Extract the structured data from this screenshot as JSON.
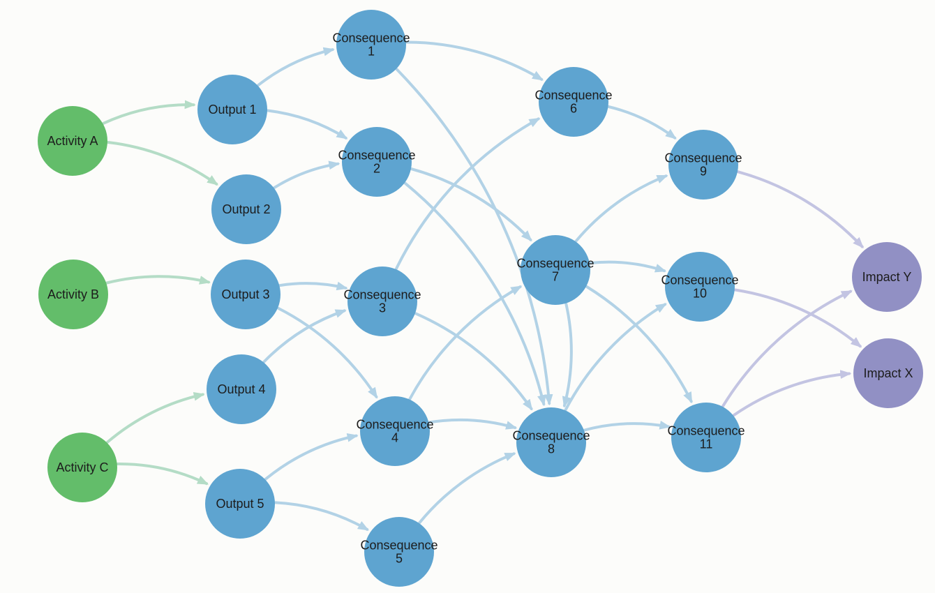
{
  "colors": {
    "activity": "#63bd6a",
    "output": "#5ea4d0",
    "consequence": "#5ea4d0",
    "impact": "#9190c4",
    "edge_activity": "#b4dcc6",
    "edge_mid": "#b2d2e6",
    "edge_impact": "#c3c4e2",
    "label": "#1c1c1c"
  },
  "nodes": [
    {
      "id": "actA",
      "kind": "activity",
      "label": [
        "Activity A"
      ]
    },
    {
      "id": "actB",
      "kind": "activity",
      "label": [
        "Activity B"
      ]
    },
    {
      "id": "actC",
      "kind": "activity",
      "label": [
        "Activity C"
      ]
    },
    {
      "id": "out1",
      "kind": "output",
      "label": [
        "Output 1"
      ]
    },
    {
      "id": "out2",
      "kind": "output",
      "label": [
        "Output 2"
      ]
    },
    {
      "id": "out3",
      "kind": "output",
      "label": [
        "Output 3"
      ]
    },
    {
      "id": "out4",
      "kind": "output",
      "label": [
        "Output 4"
      ]
    },
    {
      "id": "out5",
      "kind": "output",
      "label": [
        "Output 5"
      ]
    },
    {
      "id": "c1",
      "kind": "consequence",
      "label": [
        "Consequence",
        "1"
      ]
    },
    {
      "id": "c2",
      "kind": "consequence",
      "label": [
        "Consequence",
        "2"
      ]
    },
    {
      "id": "c3",
      "kind": "consequence",
      "label": [
        "Consequence",
        "3"
      ]
    },
    {
      "id": "c4",
      "kind": "consequence",
      "label": [
        "Consequence",
        "4"
      ]
    },
    {
      "id": "c5",
      "kind": "consequence",
      "label": [
        "Consequence",
        "5"
      ]
    },
    {
      "id": "c6",
      "kind": "consequence",
      "label": [
        "Consequence",
        "6"
      ]
    },
    {
      "id": "c7",
      "kind": "consequence",
      "label": [
        "Consequence",
        "7"
      ]
    },
    {
      "id": "c8",
      "kind": "consequence",
      "label": [
        "Consequence",
        "8"
      ]
    },
    {
      "id": "c9",
      "kind": "consequence",
      "label": [
        "Consequence",
        "9"
      ]
    },
    {
      "id": "c10",
      "kind": "consequence",
      "label": [
        "Consequence",
        "10"
      ]
    },
    {
      "id": "c11",
      "kind": "consequence",
      "label": [
        "Consequence",
        "11"
      ]
    },
    {
      "id": "impY",
      "kind": "impact",
      "label": [
        "Impact Y"
      ]
    },
    {
      "id": "impX",
      "kind": "impact",
      "label": [
        "Impact X"
      ]
    }
  ],
  "edges": [
    [
      "actA",
      "out1"
    ],
    [
      "actA",
      "out2"
    ],
    [
      "actB",
      "out3"
    ],
    [
      "actC",
      "out4"
    ],
    [
      "actC",
      "out5"
    ],
    [
      "out1",
      "c1"
    ],
    [
      "out1",
      "c2"
    ],
    [
      "out2",
      "c2"
    ],
    [
      "out3",
      "c3"
    ],
    [
      "out3",
      "c4"
    ],
    [
      "out4",
      "c3"
    ],
    [
      "out5",
      "c4"
    ],
    [
      "out5",
      "c5"
    ],
    [
      "c1",
      "c6"
    ],
    [
      "c1",
      "c8"
    ],
    [
      "c2",
      "c7"
    ],
    [
      "c2",
      "c8"
    ],
    [
      "c3",
      "c6"
    ],
    [
      "c3",
      "c8"
    ],
    [
      "c4",
      "c7"
    ],
    [
      "c4",
      "c8"
    ],
    [
      "c5",
      "c8"
    ],
    [
      "c6",
      "c9"
    ],
    [
      "c7",
      "c9"
    ],
    [
      "c7",
      "c10"
    ],
    [
      "c7",
      "c11"
    ],
    [
      "c7",
      "c8"
    ],
    [
      "c8",
      "c10"
    ],
    [
      "c8",
      "c11"
    ],
    [
      "c9",
      "impY"
    ],
    [
      "c10",
      "impX"
    ],
    [
      "c11",
      "impY"
    ],
    [
      "c11",
      "impX"
    ]
  ]
}
